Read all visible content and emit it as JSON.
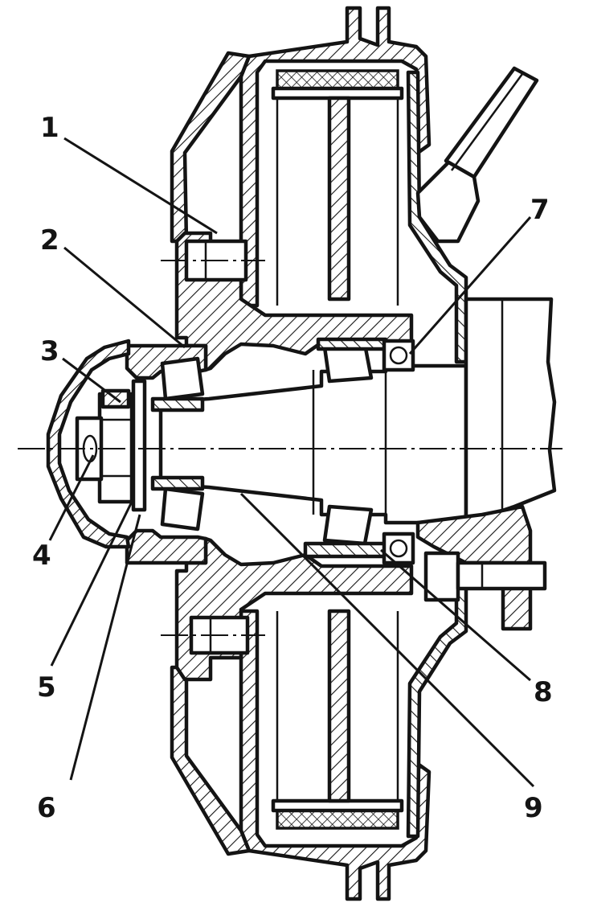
{
  "callouts": [
    {
      "id": "1",
      "label": "1"
    },
    {
      "id": "2",
      "label": "2"
    },
    {
      "id": "3",
      "label": "3"
    },
    {
      "id": "4",
      "label": "4"
    },
    {
      "id": "5",
      "label": "5"
    },
    {
      "id": "6",
      "label": "6"
    },
    {
      "id": "7",
      "label": "7"
    },
    {
      "id": "8",
      "label": "8"
    },
    {
      "id": "9",
      "label": "9"
    }
  ],
  "colors": {
    "ink": "#141414",
    "paper": "#ffffff"
  }
}
